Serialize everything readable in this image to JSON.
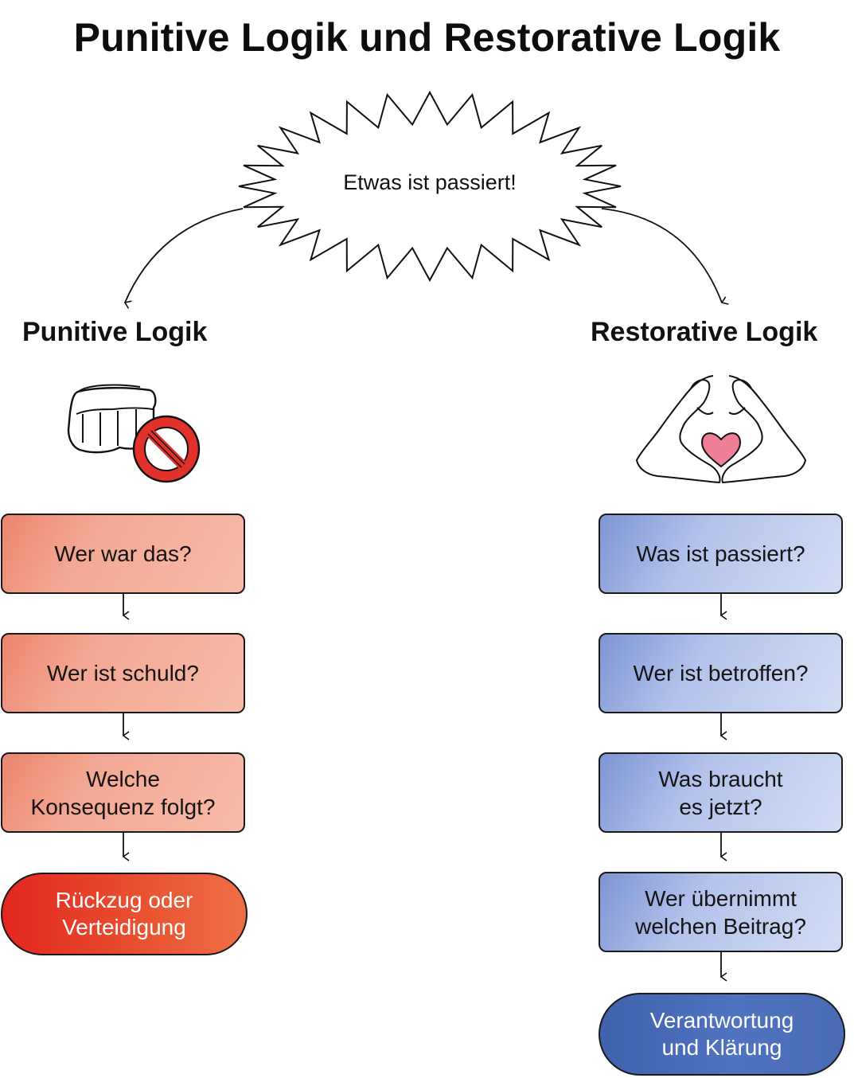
{
  "title": "Punitive Logik und Restorative Logik",
  "center": {
    "label": "Etwas ist passiert!"
  },
  "punitive": {
    "heading": "Punitive Logik",
    "steps": [
      "Wer war das?",
      "Wer ist schuld?",
      "Welche\nKonsequenz folgt?"
    ],
    "result": "Rückzug oder\nVerteidigung",
    "color": "#e3261f"
  },
  "restorative": {
    "heading": "Restorative Logik",
    "steps": [
      "Was ist passiert?",
      "Wer ist betroffen?",
      "Was braucht\nes jetzt?",
      "Wer übernimmt\nwelchen Beitrag?"
    ],
    "result": "Verantwortung\nund Klärung",
    "color": "#4566b2"
  },
  "icons": {
    "punitive": "fist-with-prohibition-icon",
    "restorative": "hands-heart-icon"
  }
}
